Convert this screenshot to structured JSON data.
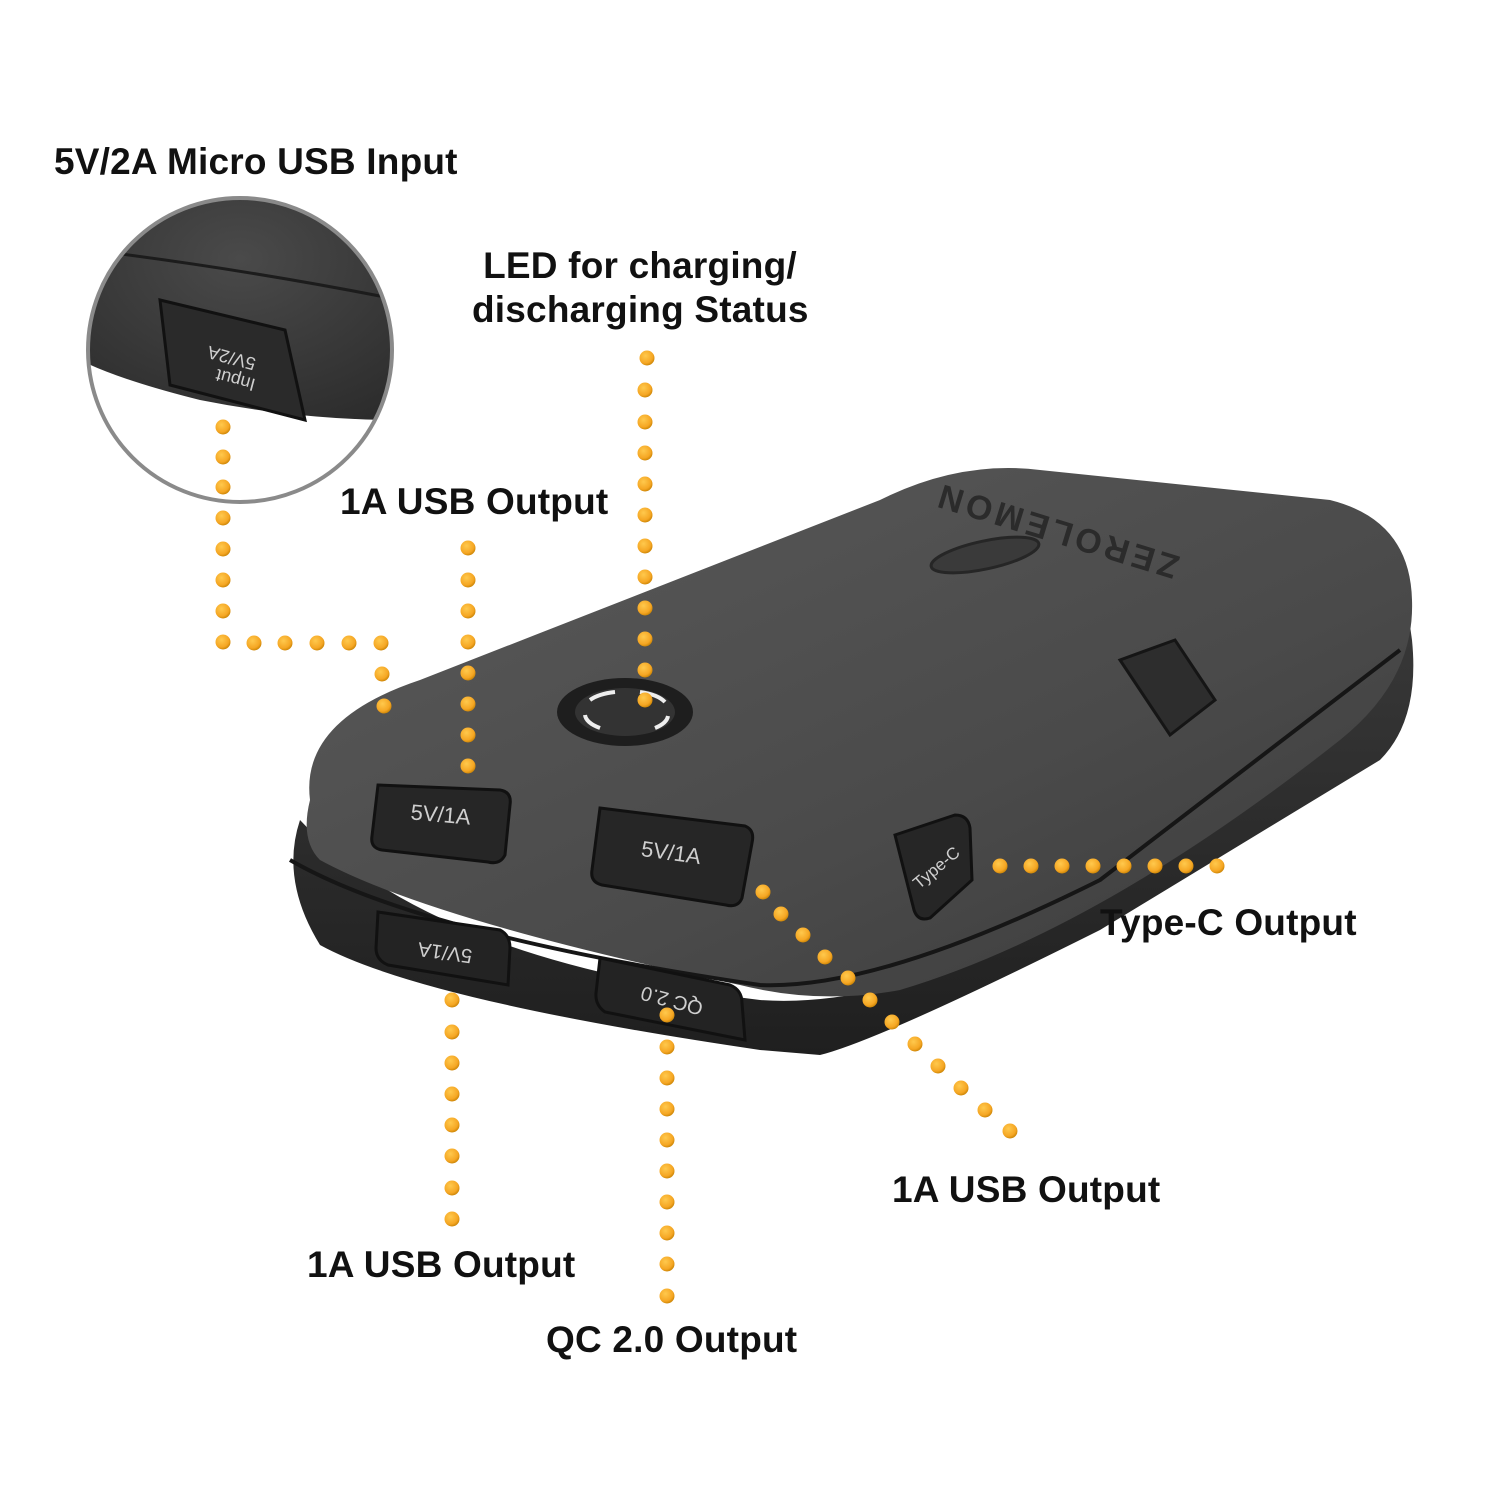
{
  "diagram": {
    "type": "product-callout",
    "subject": "Power bank",
    "brand_mark": "ZEROLEMON",
    "callouts": [
      {
        "id": "micro-usb-input",
        "label": "5V/2A Micro USB Input"
      },
      {
        "id": "led-status",
        "label": "LED for charging/\ndischarging Status"
      },
      {
        "id": "usb-output-top-left",
        "label": "1A USB Output"
      },
      {
        "id": "type-c-output",
        "label": "Type-C Output"
      },
      {
        "id": "usb-output-right",
        "label": "1A USB Output"
      },
      {
        "id": "usb-output-bottom-left",
        "label": "1A USB Output"
      },
      {
        "id": "qc-output",
        "label": "QC 2.0 Output"
      }
    ],
    "port_markings": {
      "input_line1": "Input",
      "input_line2": "5V/2A",
      "port_top_left": "5V/1A",
      "port_top_right": "5V/1A",
      "port_bottom_left": "5V/1A",
      "port_bottom_right": "QC 2.0",
      "port_side": "Type-C"
    },
    "colors": {
      "dot": "#F5A623",
      "dot_shadow": "#B97400",
      "device_body": "#2f2f2f",
      "device_top": "#4a4a4a",
      "text": "#111111"
    }
  }
}
